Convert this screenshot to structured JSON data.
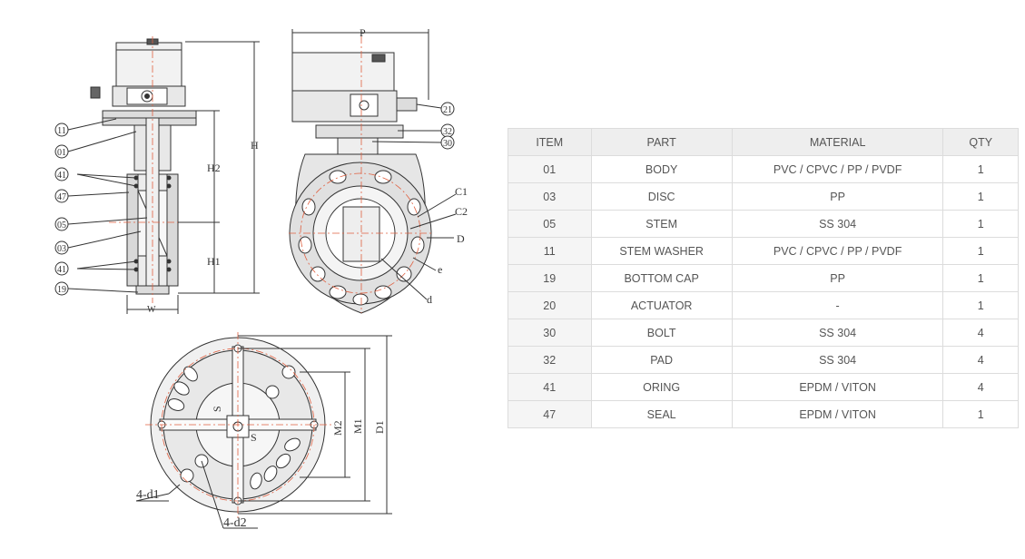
{
  "drawing": {
    "callouts_left": [
      "11",
      "01",
      "41",
      "47",
      "05",
      "03",
      "41",
      "19"
    ],
    "callouts_right": [
      "21",
      "32",
      "30"
    ],
    "dims_side": {
      "h2": "H2",
      "h1": "H1",
      "h": "H",
      "w": "W"
    },
    "dims_front": {
      "p": "P",
      "c1": "C1",
      "c2": "C2",
      "d_big": "D",
      "e": "e",
      "d_small": "d"
    },
    "dims_bottom": {
      "m2": "M2",
      "m1": "M1",
      "d1": "D1",
      "s1": "S",
      "s2": "S",
      "hole1": "4-d1",
      "hole2": "4-d2"
    },
    "colors": {
      "line": "#333333",
      "center": "#e06040",
      "fill": "#e6e6e6"
    }
  },
  "table": {
    "headers": [
      "ITEM",
      "PART",
      "MATERIAL",
      "QTY"
    ],
    "rows": [
      {
        "item": "01",
        "part": "BODY",
        "material": "PVC / CPVC / PP / PVDF",
        "qty": "1"
      },
      {
        "item": "03",
        "part": "DISC",
        "material": "PP",
        "qty": "1"
      },
      {
        "item": "05",
        "part": "STEM",
        "material": "SS 304",
        "qty": "1"
      },
      {
        "item": "11",
        "part": "STEM WASHER",
        "material": "PVC / CPVC / PP / PVDF",
        "qty": "1"
      },
      {
        "item": "19",
        "part": "BOTTOM CAP",
        "material": "PP",
        "qty": "1"
      },
      {
        "item": "20",
        "part": "ACTUATOR",
        "material": "-",
        "qty": "1"
      },
      {
        "item": "30",
        "part": "BOLT",
        "material": "SS 304",
        "qty": "4"
      },
      {
        "item": "32",
        "part": "PAD",
        "material": "SS 304",
        "qty": "4"
      },
      {
        "item": "41",
        "part": "ORING",
        "material": "EPDM / VITON",
        "qty": "4"
      },
      {
        "item": "47",
        "part": "SEAL",
        "material": "EPDM / VITON",
        "qty": "1"
      }
    ]
  }
}
